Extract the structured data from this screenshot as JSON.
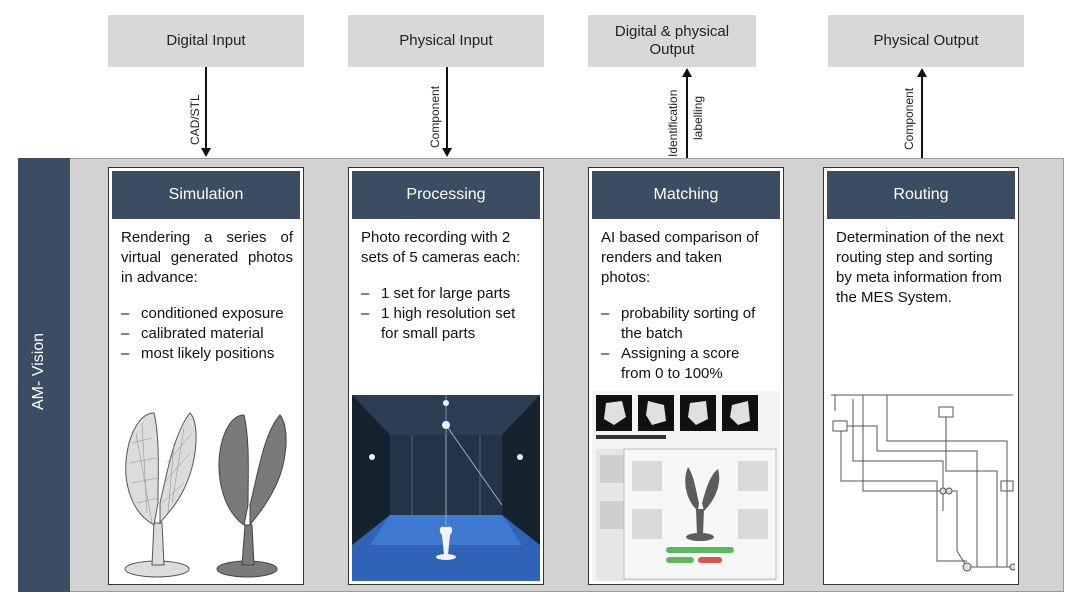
{
  "top_boxes": {
    "digital_input": "Digital Input",
    "physical_input": "Physical Input",
    "digital_physical_output_l1": "Digital & physical",
    "digital_physical_output_l2": "Output",
    "physical_output": "Physical Output"
  },
  "arrows": {
    "cad_stl": "CAD/STL",
    "component_in": "Component",
    "identification": "Identification",
    "labelling": "labelling",
    "component_out": "Component"
  },
  "sidebar": {
    "label": "AM- Vision"
  },
  "cards": {
    "simulation": {
      "title": "Simulation",
      "text": "Rendering a series of virtual generated photos in advance:",
      "bullets": [
        "conditioned exposure",
        "calibrated material",
        "most likely positions"
      ]
    },
    "processing": {
      "title": "Processing",
      "text": "Photo recording with 2 sets of 5 cameras each:",
      "bullets": [
        "1 set for large parts",
        "1 high resolution set for small parts"
      ]
    },
    "matching": {
      "title": "Matching",
      "text": "AI based comparison of renders and taken photos:",
      "bullets": [
        "probability sorting of the batch",
        "Assigning a score from 0 to 100%"
      ]
    },
    "routing": {
      "title": "Routing",
      "text": "Determination of the next routing step and sorting by meta information from the MES System."
    }
  },
  "colors": {
    "header_navy": "#3c4c63",
    "top_box_gray": "#d8d8d8",
    "frame_gray": "#d2d2d2",
    "camera_floor_blue": "#2f63b8"
  }
}
